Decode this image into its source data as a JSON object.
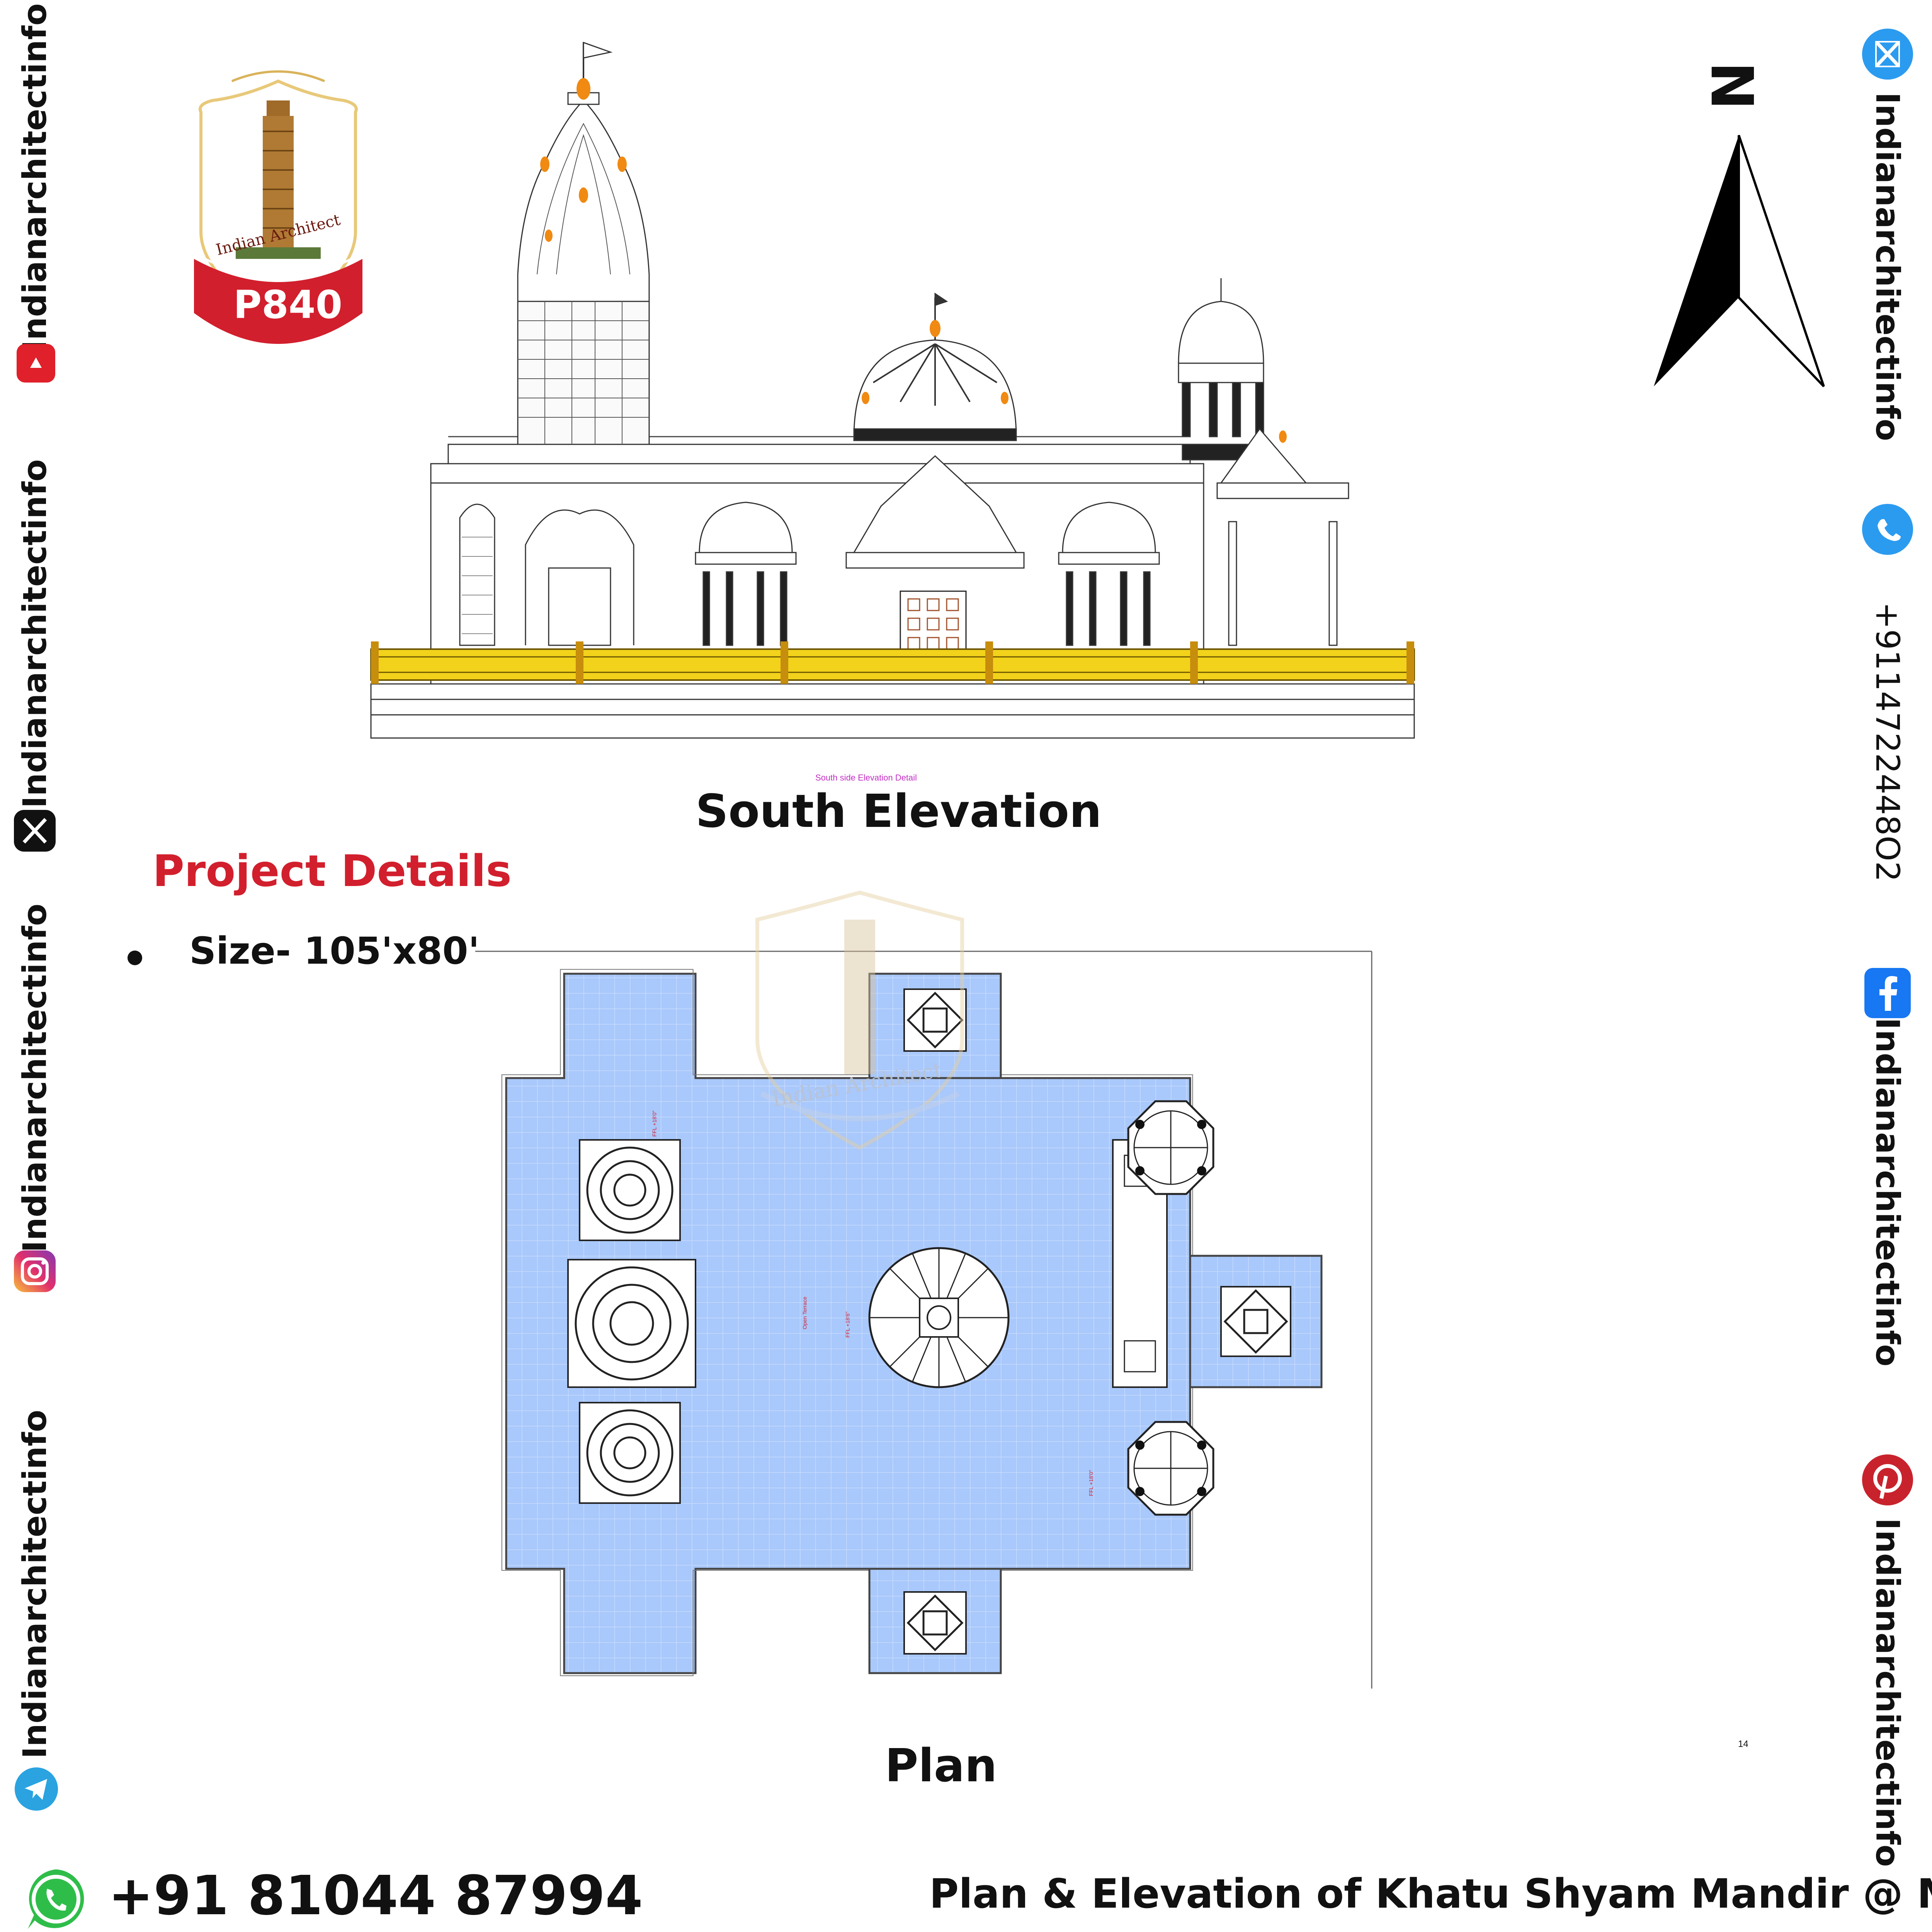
{
  "logo": {
    "brand": "Indian Architect",
    "code": "P840"
  },
  "social": {
    "handle": "Indianarchitectinfo",
    "phone_vertical": "+9114722448O2",
    "left_icons": [
      "youtube-icon",
      "x-icon",
      "instagram-icon",
      "telegram-icon"
    ],
    "right_icons": [
      "x-icon",
      "phone-icon",
      "facebook-icon",
      "pinterest-icon"
    ]
  },
  "north": {
    "label": "N"
  },
  "elevation": {
    "title": "South Elevation",
    "caption": "South side Elevation Detail"
  },
  "project": {
    "heading": "Project Details",
    "size": "Size- 105'x80'"
  },
  "plan": {
    "title": "Plan",
    "labels": {
      "terrace": "Open Terrace",
      "ffl1": "FFL +18'0\"",
      "ffl2": "FFL +18'6\"",
      "ffl3": "FFL +18'0\""
    },
    "page_number": "14"
  },
  "footer": {
    "whatsapp": "+91 81044 87994",
    "title": "Plan & Elevation of Khatu Shyam Mandir @ MP"
  },
  "colors": {
    "plan_fill": "#a9c8fb",
    "plan_grid": "#c8dcff",
    "brand_red": "#d21f2d",
    "railing_yellow": "#f2d21b",
    "saffron": "#f08a12"
  }
}
